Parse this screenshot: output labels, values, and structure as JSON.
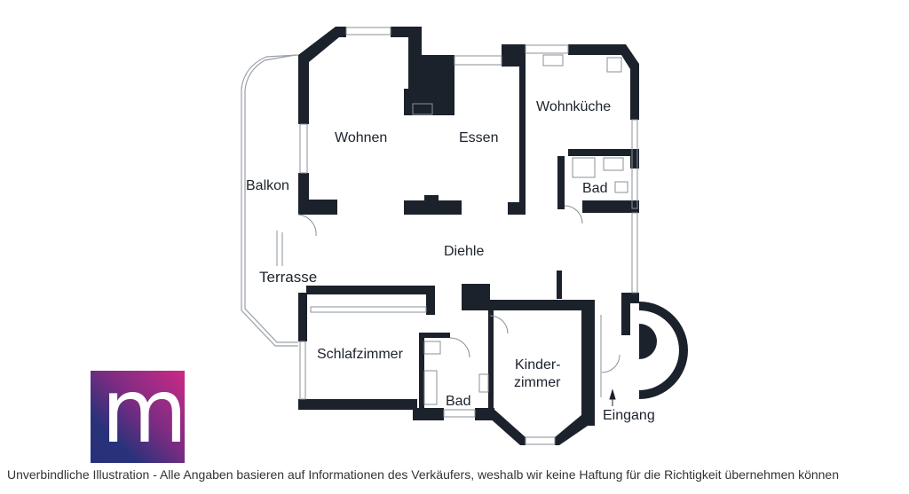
{
  "rooms": {
    "wohnen": "Wohnen",
    "essen": "Essen",
    "wohnkueche": "Wohnküche",
    "bad_upper": "Bad",
    "balkon": "Balkon",
    "diehle": "Diehle",
    "terrasse": "Terrasse",
    "schlafzimmer": "Schlafzimmer",
    "bad_lower": "Bad",
    "kinderzimmer_1": "Kinder-",
    "kinderzimmer_2": "zimmer",
    "eingang": "Eingang"
  },
  "disclaimer": "Unverbindliche Illustration - Alle Angaben basieren auf Informationen des Verkäufers, weshalb wir keine Haftung für die Richtigkeit übernehmen können",
  "logo": {
    "letter": "m",
    "colors": [
      "#cc2a86",
      "#27307a"
    ]
  },
  "colors": {
    "wall": "#1c222b"
  }
}
